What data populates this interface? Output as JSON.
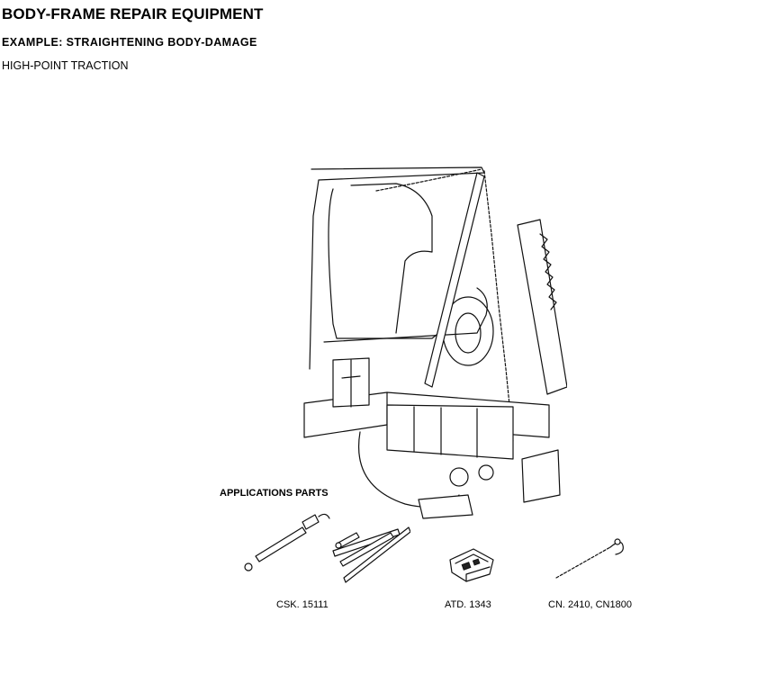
{
  "header": {
    "title": "BODY-FRAME REPAIR EQUIPMENT",
    "subtitle": "EXAMPLE: STRAIGHTENING BODY-DAMAGE",
    "caption": "HIGH-POINT TRACTION"
  },
  "applications": {
    "label": "APPLICATIONS PARTS",
    "parts": [
      {
        "code": "CSK. 15111",
        "icon": "extension-rods-icon"
      },
      {
        "code": "ATD. 1343",
        "icon": "clamp-adapter-icon"
      },
      {
        "code": "CN. 2410, CN1800",
        "icon": "chain-hook-icon"
      }
    ]
  }
}
